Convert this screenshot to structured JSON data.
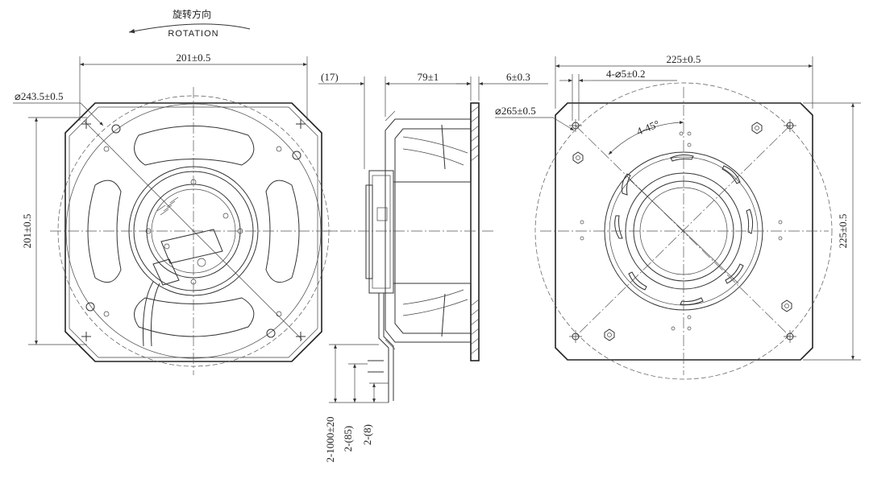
{
  "rotation": {
    "label_cn": "旋转方向",
    "label_en": "ROTATION"
  },
  "front_view": {
    "width_dim": "201±0.5",
    "height_dim": "201±0.5",
    "venturi_dia": "⌀243.5±0.5"
  },
  "side_view": {
    "offset_dim": "(17)",
    "depth_dim": "79±1",
    "flange_dim": "6±0.3",
    "lead_length": "2-1000±20",
    "strip_length": "2-(85)",
    "tin_length": "2-(8)"
  },
  "rear_view": {
    "width_dim": "225±0.5",
    "height_dim": "225±0.5",
    "holes_dim": "4-⌀5±0.2",
    "pcd_dim": "⌀265±0.5",
    "angle_dim": "4-45°"
  },
  "colors": {
    "line": "#333333",
    "background": "#ffffff"
  }
}
